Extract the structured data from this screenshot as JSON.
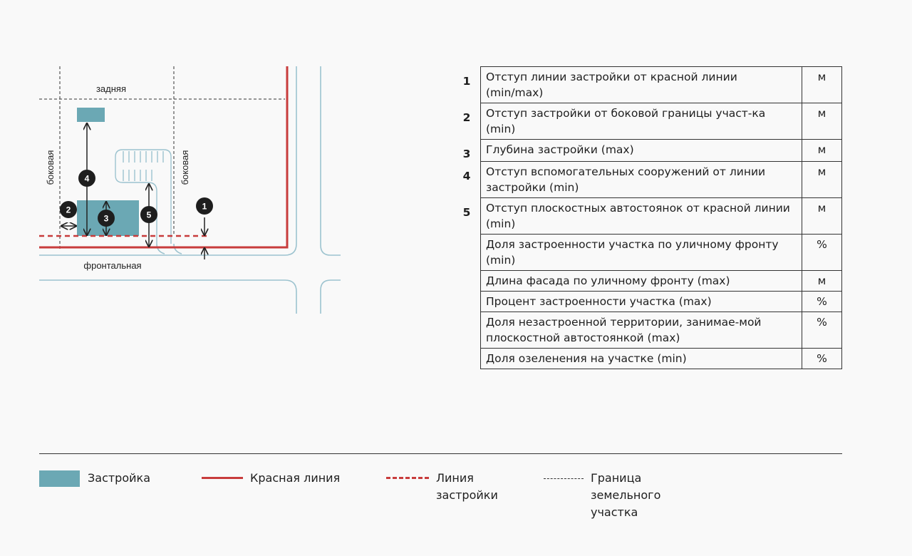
{
  "diagram": {
    "labels": {
      "rear": "задняя",
      "side_left": "боковая",
      "side_right": "боковая",
      "front": "фронтальная"
    },
    "markers": [
      "1",
      "2",
      "3",
      "4",
      "5"
    ],
    "colors": {
      "building": "#6ba8b4",
      "red_line": "#c83c3c",
      "road": "#9cc3cf",
      "parking": "#9cc3cf",
      "boundary": "#333333"
    }
  },
  "table": {
    "rows": [
      {
        "num": "1",
        "text": "Отступ линии застройки от красной линии (min/max)",
        "unit": "м"
      },
      {
        "num": "2",
        "text": "Отступ застройки от боковой границы участ-ка (min)",
        "unit": "м"
      },
      {
        "num": "3",
        "text": "Глубина застройки (max)",
        "unit": "м"
      },
      {
        "num": "4",
        "text": "Отступ вспомогательных сооружений от линии застройки (min)",
        "unit": "м"
      },
      {
        "num": "5",
        "text": "Отступ плоскостных автостоянок от красной линии (min)",
        "unit": "м"
      },
      {
        "num": "",
        "text": "Доля застроенности участка по уличному фронту (min)",
        "unit": "%"
      },
      {
        "num": "",
        "text": "Длина фасада по уличному фронту (max)",
        "unit": "м"
      },
      {
        "num": "",
        "text": "Процент застроенности участка (max)",
        "unit": "%"
      },
      {
        "num": "",
        "text": "Доля незастроенной территории, занимае-мой плоскостной автостоянкой (max)",
        "unit": "%"
      },
      {
        "num": "",
        "text": "Доля озеленения на участке (min)",
        "unit": "%"
      }
    ]
  },
  "legend": {
    "building": "Застройка",
    "red_line": "Красная линия",
    "build_line_1": "Линия",
    "build_line_2": "застройки",
    "boundary_1": "Граница",
    "boundary_2": "земельного",
    "boundary_3": "участка"
  }
}
